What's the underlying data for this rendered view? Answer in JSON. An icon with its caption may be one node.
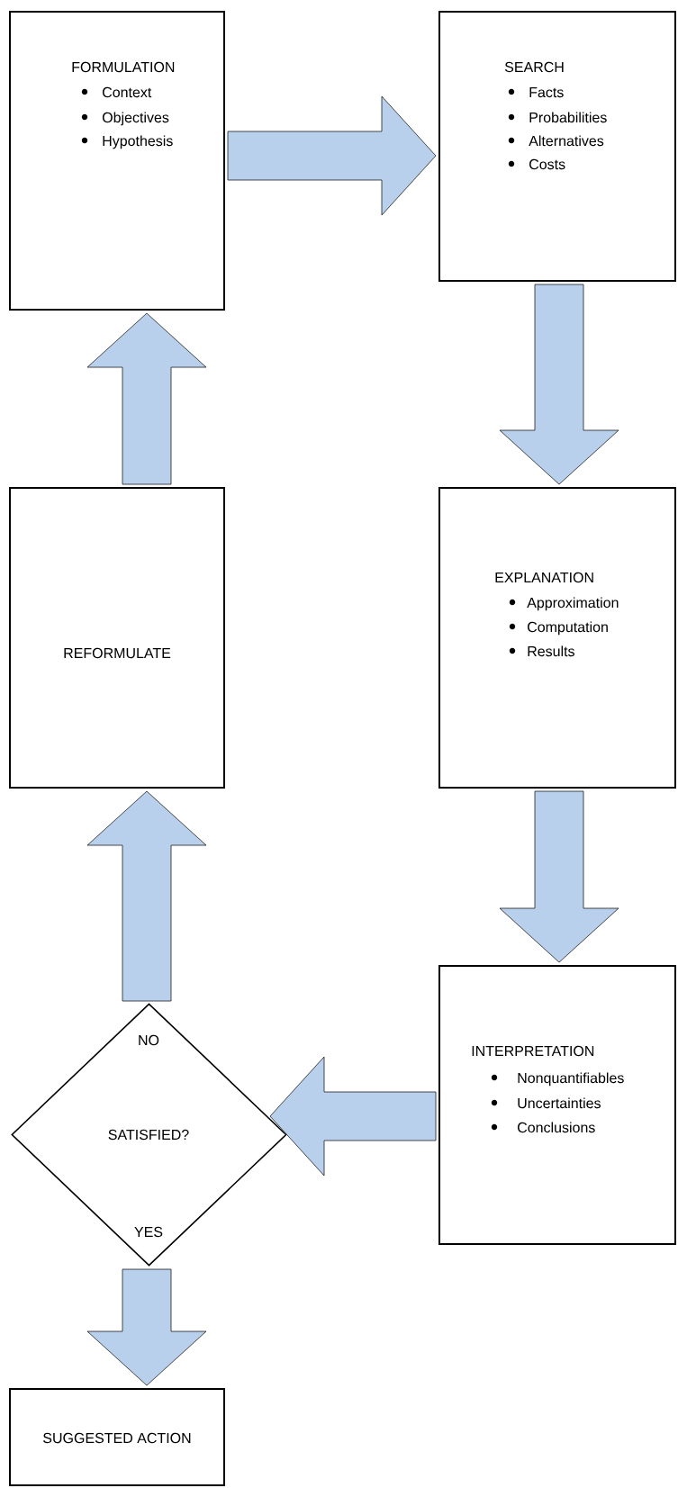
{
  "diagram": {
    "nodes": [
      {
        "text": [
          "FORMULATION",
          "Context",
          "Objectives",
          "Hypothesis"
        ]
      },
      {
        "text": [
          "SEARCH",
          "Facts",
          "Probabilities",
          "Alternatives",
          "Costs"
        ]
      },
      {
        "text": [
          "REFORMULATE"
        ]
      },
      {
        "text": [
          "EXPLANATION",
          "Approximation",
          "Computation",
          "Results"
        ]
      },
      {
        "text": [
          "INTERPRETATION",
          "Nonquantifiables",
          "Uncertainties",
          "Conclusions"
        ]
      },
      {
        "text": [
          "NO",
          "SATISFIED?",
          "YES"
        ]
      },
      {
        "text": [
          "SUGGESTED ACTION"
        ]
      }
    ],
    "edges": [
      {
        "from": 0,
        "to": 1,
        "arrow": "to"
      },
      {
        "from": 1,
        "to": 3,
        "arrow": "to"
      },
      {
        "from": 3,
        "to": 4,
        "arrow": "to"
      },
      {
        "from": 4,
        "to": 5,
        "arrow": "to"
      },
      {
        "from": 5,
        "to": 2,
        "arrow": "to"
      },
      {
        "from": 2,
        "to": 0,
        "arrow": "to"
      },
      {
        "from": 5,
        "to": 6,
        "arrow": "to"
      }
    ]
  }
}
